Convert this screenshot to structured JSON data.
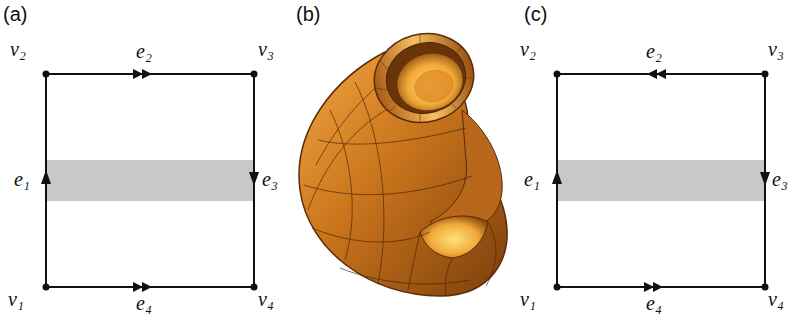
{
  "diagram": {
    "labels": [
      "(a)",
      "v₂",
      "e₂",
      "v₃",
      "e₁",
      "e₃",
      "v₁",
      "e₄",
      "v₄",
      "(b)",
      "(c)",
      "v₂",
      "e₂",
      "v₃",
      "e₁",
      "e₃",
      "v₁",
      "e₄",
      "v₄"
    ]
  }
}
